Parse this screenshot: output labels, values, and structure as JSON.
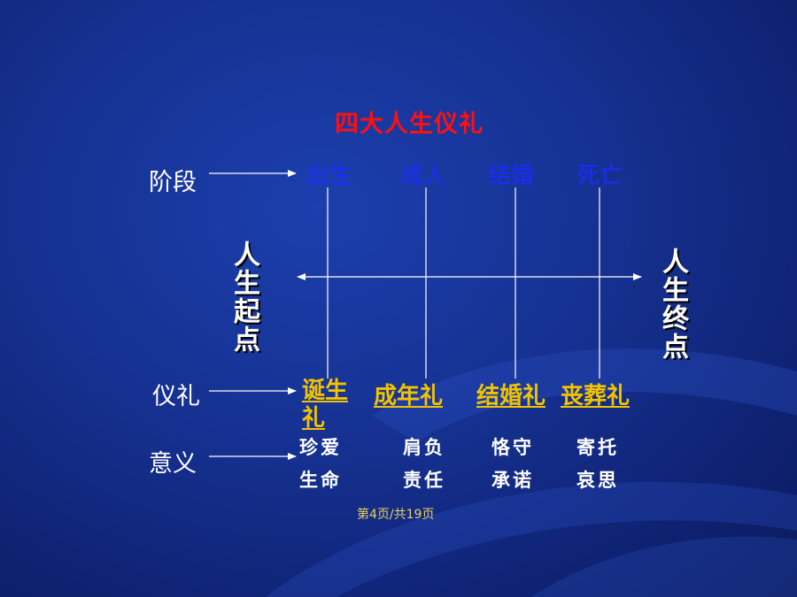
{
  "title": "四大人生仪礼",
  "labels": {
    "stage": "阶段",
    "ritual": "仪礼",
    "meaning": "意义"
  },
  "stages": [
    "出生",
    "成人",
    "结婚",
    "死亡"
  ],
  "rituals": [
    "诞生礼",
    "成年礼",
    "结婚礼",
    "丧葬礼"
  ],
  "meanings": [
    {
      "line1": "珍爱",
      "line2": "生命"
    },
    {
      "line1": "肩负",
      "line2": "责任"
    },
    {
      "line1": "恪守",
      "line2": "承诺"
    },
    {
      "line1": "寄托",
      "line2": "哀思"
    }
  ],
  "life_start": "人生起点",
  "life_end": "人生终点",
  "footer": "第4页/共19页",
  "colors": {
    "title": "#ff1010",
    "stage": "#1a2cff",
    "ritual": "#f2c200",
    "background": "#15308f"
  }
}
